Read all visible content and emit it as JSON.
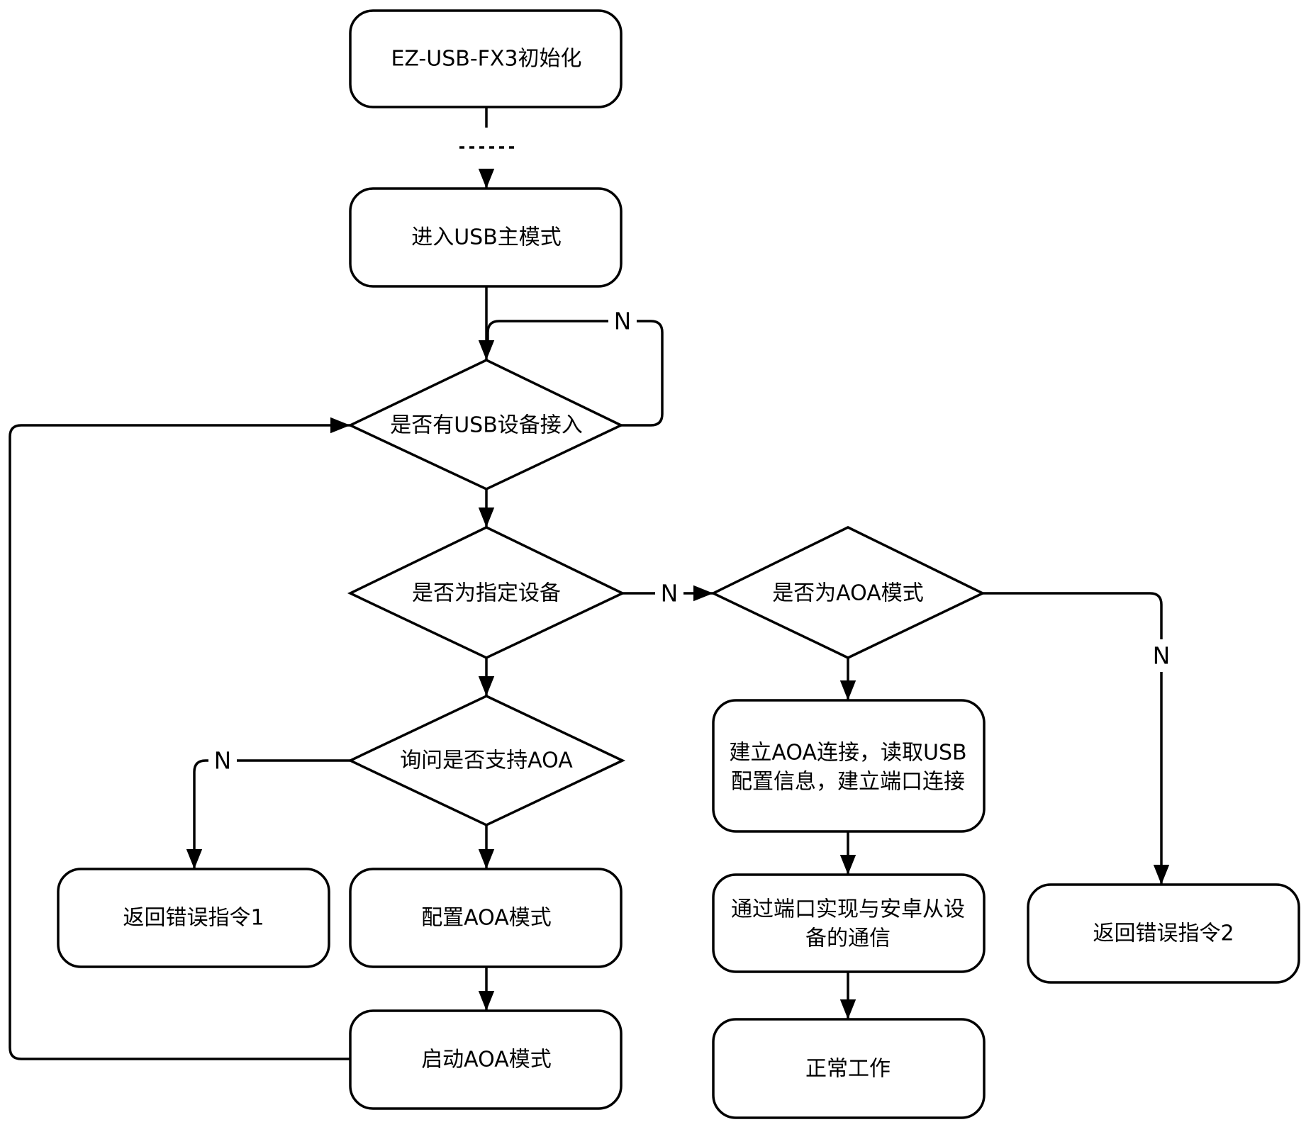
{
  "nodes": {
    "init": "EZ-USB-FX3初始化",
    "host_mode": "进入USB主模式",
    "device_connected": "是否有USB设备接入",
    "specified_device": "是否为指定设备",
    "aoa_mode_check": "是否为AOA模式",
    "ask_aoa_support": "询问是否支持AOA",
    "establish_aoa_1": "建立AOA连接，读取USB",
    "establish_aoa_2": "配置信息，建立端口连接",
    "return_error_1": "返回错误指令1",
    "configure_aoa": "配置AOA模式",
    "communicate_1": "通过端口实现与安卓从设",
    "communicate_2": "备的通信",
    "return_error_2": "返回错误指令2",
    "start_aoa": "启动AOA模式",
    "normal_work": "正常工作"
  },
  "edge_labels": {
    "no_loop": "N",
    "no_specified": "N",
    "no_aoa_support": "N",
    "no_aoa_mode": "N"
  }
}
